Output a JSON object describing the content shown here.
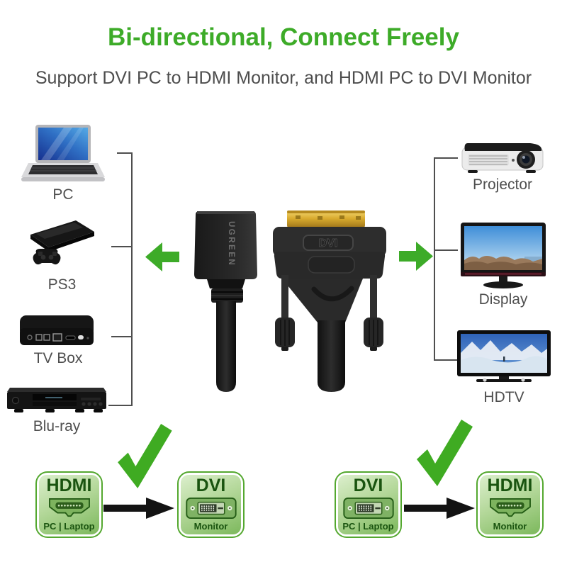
{
  "header": {
    "title": "Bi-directional, Connect Freely",
    "subtitle": "Support DVI PC to HDMI Monitor, and HDMI PC to DVI Monitor"
  },
  "cable": {
    "brand": "UGREEN",
    "connector_label": "DVI"
  },
  "source_devices": [
    {
      "label": "PC",
      "icon": "laptop-icon"
    },
    {
      "label": "PS3",
      "icon": "ps3-console-icon"
    },
    {
      "label": "TV Box",
      "icon": "tv-box-icon"
    },
    {
      "label": "Blu-ray",
      "icon": "blu-ray-player-icon"
    }
  ],
  "display_devices": [
    {
      "label": "Projector",
      "icon": "projector-icon"
    },
    {
      "label": "Display",
      "icon": "monitor-icon"
    },
    {
      "label": "HDTV",
      "icon": "hdtv-icon"
    }
  ],
  "combos": [
    {
      "source": {
        "title": "HDMI",
        "subtitle": "PC | Laptop",
        "icon": "hdmi-port-icon"
      },
      "target": {
        "title": "DVI",
        "subtitle": "Monitor",
        "icon": "dvi-port-icon"
      },
      "status_icon": "check-icon"
    },
    {
      "source": {
        "title": "DVI",
        "subtitle": "PC | Laptop",
        "icon": "dvi-port-icon"
      },
      "target": {
        "title": "HDMI",
        "subtitle": "Monitor",
        "icon": "hdmi-port-icon"
      },
      "status_icon": "check-icon"
    }
  ],
  "colors": {
    "accent_green": "#3dab28",
    "check_green": "#3fab22",
    "dark_green_text": "#1a5410",
    "box_border_green": "#54a82f",
    "gray_text": "#4f4f4f",
    "arrow_black": "#131313"
  }
}
